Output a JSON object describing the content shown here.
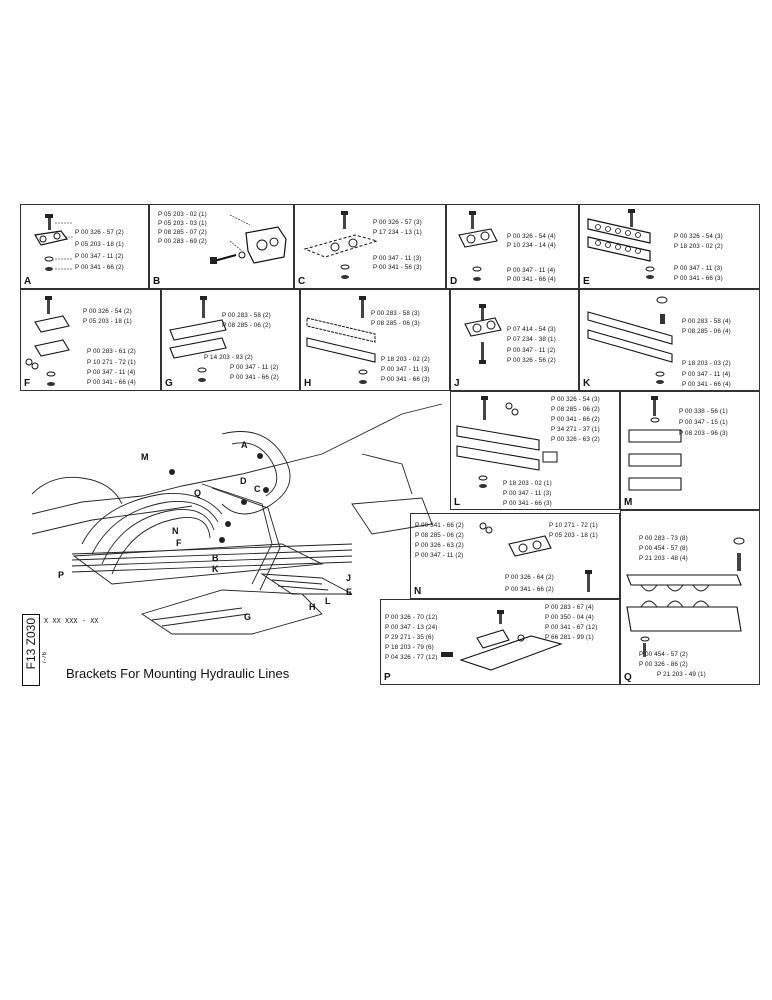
{
  "title": "Brackets For Mounting Hydraulic Lines",
  "doc_code": "F13 Z030",
  "part_number_pattern": "X XX XXX - XX",
  "date_stamp": "7-76",
  "panels": {
    "A": {
      "letter": "A",
      "parts": [
        "P 00 326 - 57 (2)",
        "P 05 203 - 18 (1)",
        "P 00 347 - 11 (2)",
        "P 00 341 - 66 (2)"
      ]
    },
    "B": {
      "letter": "B",
      "parts": [
        "P 05 203 - 02 (1)",
        "P 05 203 - 03 (1)",
        "P 08 285 - 07 (2)",
        "P 00 283 - 69 (2)"
      ]
    },
    "C": {
      "letter": "C",
      "parts": [
        "P 00 326 - 57 (3)",
        "P 17 234 - 13 (1)",
        "P 00 347 - 11 (3)",
        "P 00 341 - 56 (3)"
      ]
    },
    "D": {
      "letter": "D",
      "parts": [
        "P 00 326 - 54 (4)",
        "P 10 234 - 14 (4)",
        "P 00 347 - 11 (4)",
        "P 00 341 - 66 (4)"
      ]
    },
    "E": {
      "letter": "E",
      "parts": [
        "P 00 326 - 54 (3)",
        "P 18 203 - 02 (2)",
        "P 00 347 - 11 (3)",
        "P 00 341 - 66 (3)"
      ]
    },
    "F": {
      "letter": "F",
      "parts": [
        "P 00 326 - 54 (2)",
        "P 05 203 - 18 (1)",
        "P 00 283 - 61 (2)",
        "P 10 271 - 72 (1)",
        "P 00 347 - 11 (4)",
        "P 00 341 - 66 (4)"
      ]
    },
    "G": {
      "letter": "G",
      "parts": [
        "P 00 283 - 58 (2)",
        "P 08 285 - 06 (2)",
        "P 14 203 - 93 (2)",
        "P 00 347 - 11 (2)",
        "P 00 341 - 66 (2)"
      ]
    },
    "H": {
      "letter": "H",
      "parts": [
        "P 00 283 - 58 (3)",
        "P 08 285 - 06 (3)",
        "P 18 203 - 02 (2)",
        "P 00 347 - 11 (3)",
        "P 00 341 - 66 (3)"
      ]
    },
    "J": {
      "letter": "J",
      "parts": [
        "P 07 414 - 54 (3)",
        "P 07 234 - 38 (1)",
        "P 00 347 - 11 (2)",
        "P 00 326 - 56 (2)"
      ]
    },
    "K": {
      "letter": "K",
      "parts": [
        "P 00 283 - 58 (4)",
        "P 08 285 - 06 (4)",
        "P 18 203 - 03 (2)",
        "P 00 347 - 11 (4)",
        "P 00 341 - 66 (4)"
      ]
    },
    "L": {
      "letter": "L",
      "parts": [
        "P 00 326 - 54 (3)",
        "P 08 285 - 06 (2)",
        "P 00 341 - 66 (2)",
        "P 34 271 - 37 (1)",
        "P 00 326 - 63 (2)",
        "P 18 203 - 02 (1)",
        "P 00 347 - 11 (3)",
        "P 00 341 - 66 (3)"
      ]
    },
    "M": {
      "letter": "M",
      "parts": [
        "P 00 338 - 56 (1)",
        "P 00 347 - 15 (1)",
        "P 08 203 - 96 (3)"
      ]
    },
    "N": {
      "letter": "N",
      "parts": [
        "P 00 341 - 66 (2)",
        "P 08 285 - 06 (2)",
        "P 00 326 - 63 (2)",
        "P 00 347 - 11 (2)",
        "P 10 271 - 72 (1)",
        "P 05 203 - 18 (1)",
        "P 00 326 - 64 (2)",
        "P 00 341 - 66 (2)"
      ]
    },
    "P": {
      "letter": "P",
      "parts": [
        "P 00 326 - 70 (12)",
        "P 00 347 - 13 (24)",
        "P 29 271 - 35 (6)",
        "P 18 203 - 79 (6)",
        "P 04 326 - 77 (12)",
        "P 00 283 - 67 (4)",
        "P 00 350 - 04 (4)",
        "P 00 341 - 67 (12)",
        "P 66 281 - 99 (1)"
      ]
    },
    "Q": {
      "letter": "Q",
      "parts": [
        "P 00 283 - 73 (8)",
        "P 00 454 - 57 (8)",
        "P 21 203 - 48 (4)",
        "P 00 454 - 57 (2)",
        "P 00 326 - 86 (2)",
        "P 21 203 - 49 (1)"
      ]
    }
  },
  "overview_labels": [
    "A",
    "M",
    "Q",
    "D",
    "C",
    "N",
    "F",
    "B",
    "K",
    "J",
    "E",
    "H",
    "L",
    "G",
    "P"
  ]
}
